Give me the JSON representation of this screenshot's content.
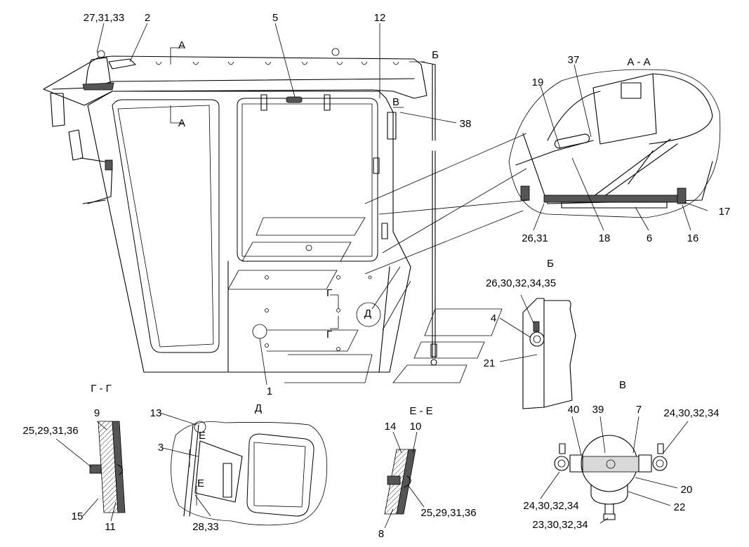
{
  "callouts": {
    "c_27_31_33": "27,31,33",
    "c_2": "2",
    "c_5": "5",
    "c_12": "12",
    "c_B_top": "Б",
    "c_V": "В",
    "c_38": "38",
    "c_A1": "А",
    "c_A2": "А",
    "c_G1": "Г",
    "c_G2": "Г",
    "c_D": "Д",
    "c_1": "1",
    "c_37": "37",
    "c_19": "19",
    "c_17": "17",
    "c_26_31": "26,31",
    "c_18": "18",
    "c_6": "6",
    "c_16": "16",
    "c_26_30_32_34_35": "26,30,32,34,35",
    "c_4": "4",
    "c_21": "21",
    "c_9": "9",
    "c_25_29_31_36_a": "25,29,31,36",
    "c_15": "15",
    "c_11": "11",
    "c_13": "13",
    "c_3": "3",
    "c_E1": "Е",
    "c_E2": "Е",
    "c_28_33": "28,33",
    "c_14": "14",
    "c_10": "10",
    "c_8": "8",
    "c_25_29_31_36_b": "25,29,31,36",
    "c_40": "40",
    "c_39": "39",
    "c_7": "7",
    "c_24_30_32_34_a": "24,30,32,34",
    "c_24_30_32_34_b": "24,30,32,34",
    "c_20": "20",
    "c_22": "22",
    "c_23_30_32_34": "23,30,32,34"
  },
  "sections": {
    "aa": "А - А",
    "b": "Б",
    "v": "В",
    "gg": "Г - Г",
    "d": "Д",
    "ee": "Е - Е"
  }
}
